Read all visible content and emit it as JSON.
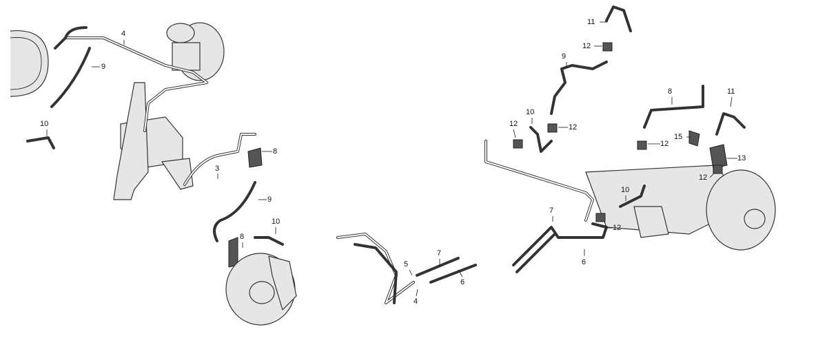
{
  "callouts": [
    "4",
    "9",
    "10",
    "8",
    "3",
    "9",
    "10",
    "8",
    "7",
    "5",
    "6",
    "4",
    "11",
    "12",
    "9",
    "8",
    "11",
    "10",
    "12",
    "12",
    "15",
    "12",
    "13",
    "12",
    "10",
    "12",
    "7",
    "6"
  ]
}
